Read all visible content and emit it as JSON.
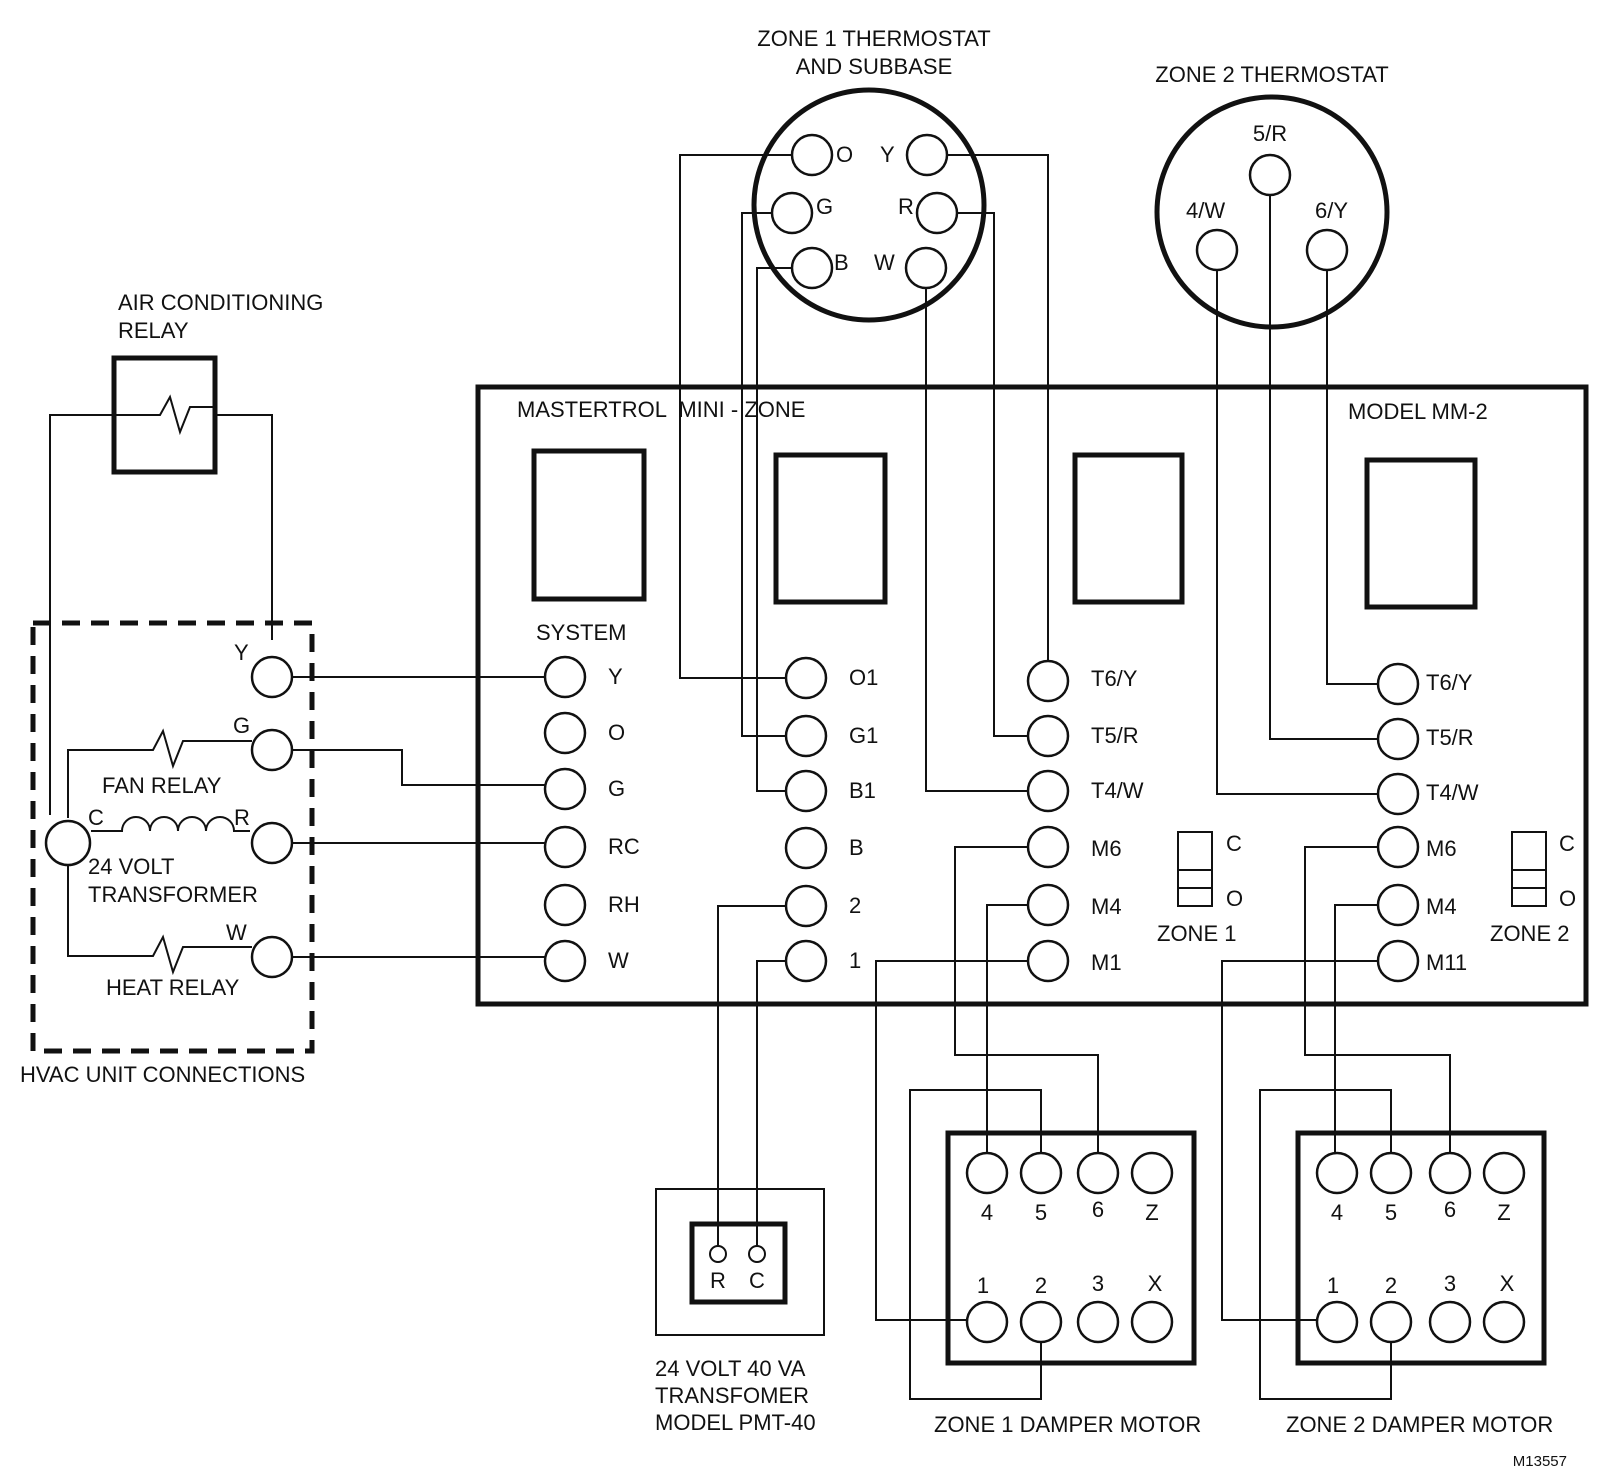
{
  "zone1_thermostat": {
    "title_line1": "ZONE 1 THERMOSTAT",
    "title_line2": "AND SUBBASE",
    "terminals": [
      "O",
      "Y",
      "G",
      "R",
      "B",
      "W"
    ]
  },
  "zone2_thermostat": {
    "title": "ZONE 2 THERMOSTAT",
    "terminals": [
      "5/R",
      "4/W",
      "6/Y"
    ]
  },
  "ac_relay": {
    "label_line1": "AIR CONDITIONING",
    "label_line2": "RELAY"
  },
  "hvac": {
    "terminals": [
      "Y",
      "G",
      "C",
      "R",
      "W"
    ],
    "fan_relay": "FAN RELAY",
    "transformer_line1": "24 VOLT",
    "transformer_line2": "TRANSFORMER",
    "heat_relay": "HEAT RELAY",
    "caption": "HVAC UNIT CONNECTIONS"
  },
  "panel": {
    "title": "MASTERTROL  MINI - ZONE",
    "model": "MODEL MM-2",
    "system_label": "SYSTEM",
    "system_terminals": [
      "Y",
      "O",
      "G",
      "RC",
      "RH",
      "W"
    ],
    "col2_terminals": [
      "O1",
      "G1",
      "B1",
      "B",
      "2",
      "1"
    ],
    "zone1_terminals": [
      "T6/Y",
      "T5/R",
      "T4/W",
      "M6",
      "M4",
      "M1"
    ],
    "zone2_terminals": [
      "T6/Y",
      "T5/R",
      "T4/W",
      "M6",
      "M4",
      "M11"
    ],
    "switch_labels": [
      "C",
      "O"
    ],
    "zone1_label": "ZONE 1",
    "zone2_label": "ZONE 2"
  },
  "transformer": {
    "terminals": [
      "R",
      "C"
    ],
    "caption_line1": "24 VOLT 40 VA",
    "caption_line2": "TRANSFOMER",
    "caption_line3": "MODEL PMT-40"
  },
  "damper1": {
    "top_terminals": [
      "4",
      "5",
      "6",
      "Z"
    ],
    "bottom_terminals": [
      "1",
      "2",
      "3",
      "X"
    ],
    "caption": "ZONE 1 DAMPER MOTOR"
  },
  "damper2": {
    "top_terminals": [
      "4",
      "5",
      "6",
      "Z"
    ],
    "bottom_terminals": [
      "1",
      "2",
      "3",
      "X"
    ],
    "caption": "ZONE 2 DAMPER MOTOR"
  },
  "figure_id": "M13557"
}
